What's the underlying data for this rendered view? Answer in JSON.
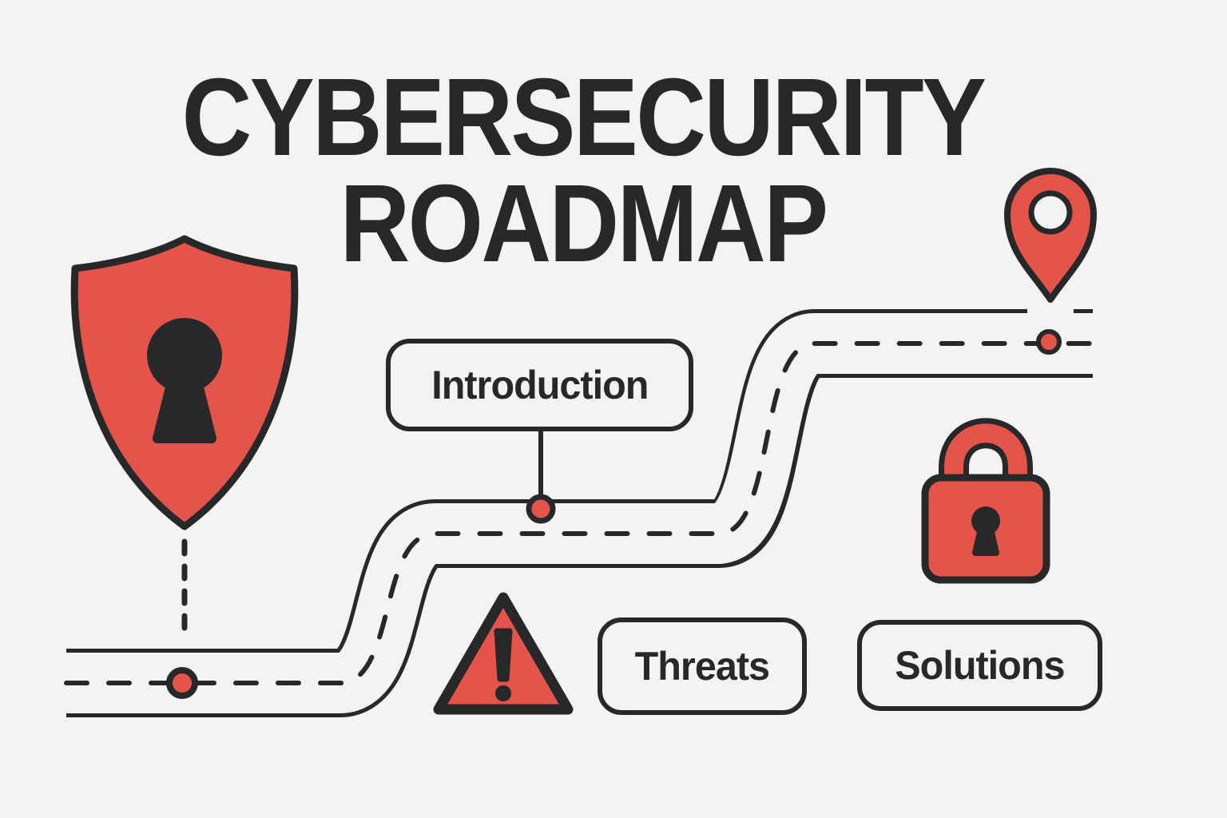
{
  "title": {
    "line1": "CYBERSECURITY",
    "line2": "ROADMAP"
  },
  "stops": [
    {
      "label": "Introduction"
    },
    {
      "label": "Threats"
    },
    {
      "label": "Solutions"
    }
  ],
  "icons": {
    "shield": "shield-keyhole-icon",
    "pin": "location-pin-icon",
    "padlock": "padlock-icon",
    "warning": "warning-triangle-icon",
    "waypoints": "waypoint-dot"
  },
  "colors": {
    "accent_red": "#E4544B",
    "ink": "#26282A",
    "background": "#F4F3F1"
  }
}
